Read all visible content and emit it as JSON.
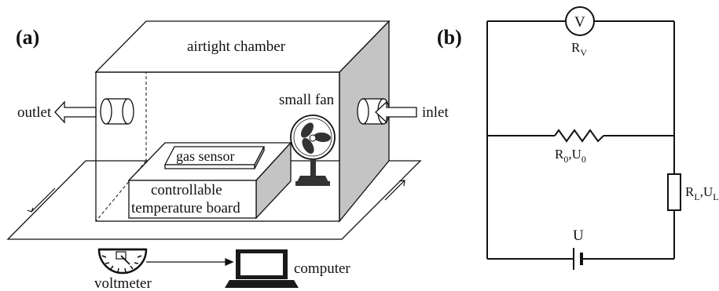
{
  "panels": {
    "a": "(a)",
    "b": "(b)"
  },
  "setup": {
    "chamber": "airtight chamber",
    "outlet": "outlet",
    "inlet": "inlet",
    "fan": "small fan",
    "sensor": "gas sensor",
    "board_line1": "controllable",
    "board_line2": "temperature board",
    "voltmeter": "voltmeter",
    "computer": "computer"
  },
  "circuit": {
    "voltmeter_symbol": "V",
    "rv": {
      "main": "R",
      "sub": "V"
    },
    "r0u0": {
      "r": "R",
      "rsub": "0",
      "sep": ",",
      "u": "U",
      "usub": "0"
    },
    "rlul": {
      "r": "R",
      "rsub": "L",
      "sep": ",",
      "u": "U",
      "usub": "L"
    },
    "source": "U"
  },
  "colors": {
    "line": "#111111",
    "shade": "#c4c4c4",
    "dark": "#333333"
  }
}
